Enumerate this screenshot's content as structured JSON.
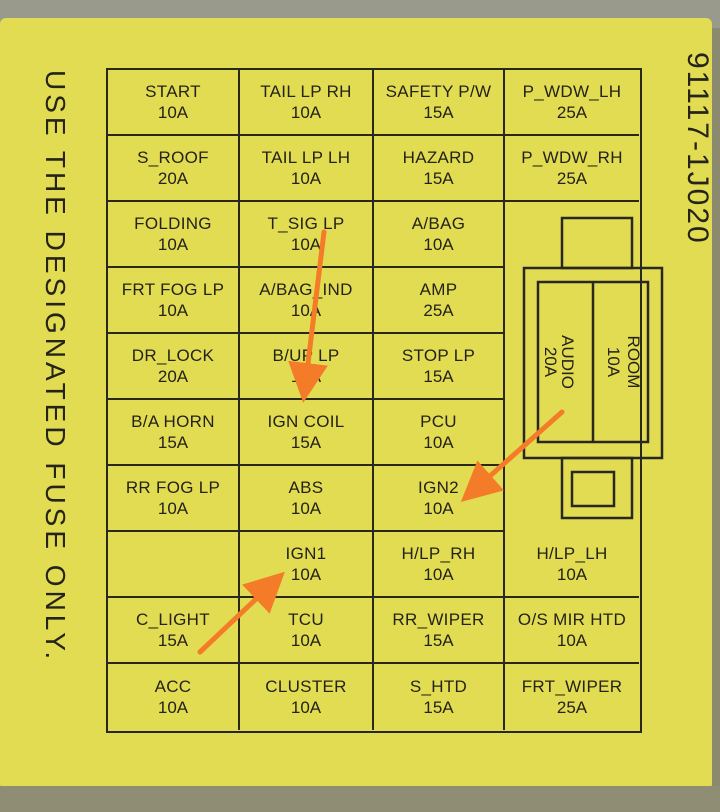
{
  "side_instruction": "USE THE DESIGNATED FUSE ONLY.",
  "part_number": "91117-1J020",
  "fuses": [
    {
      "name": "START",
      "amps": "10A"
    },
    {
      "name": "TAIL LP RH",
      "amps": "10A"
    },
    {
      "name": "SAFETY P/W",
      "amps": "15A"
    },
    {
      "name": "P_WDW_LH",
      "amps": "25A"
    },
    {
      "name": "S_ROOF",
      "amps": "20A"
    },
    {
      "name": "TAIL LP LH",
      "amps": "10A"
    },
    {
      "name": "HAZARD",
      "amps": "15A"
    },
    {
      "name": "P_WDW_RH",
      "amps": "25A"
    },
    {
      "name": "FOLDING",
      "amps": "10A"
    },
    {
      "name": "T_SIG LP",
      "amps": "10A"
    },
    {
      "name": "A/BAG",
      "amps": "10A"
    },
    {
      "name": "FRT FOG LP",
      "amps": "10A"
    },
    {
      "name": "A/BAG_IND",
      "amps": "10A"
    },
    {
      "name": "AMP",
      "amps": "25A"
    },
    {
      "name": "DR_LOCK",
      "amps": "20A"
    },
    {
      "name": "B/UP LP",
      "amps": "10A"
    },
    {
      "name": "STOP LP",
      "amps": "15A"
    },
    {
      "name": "B/A HORN",
      "amps": "15A"
    },
    {
      "name": "IGN COIL",
      "amps": "15A"
    },
    {
      "name": "PCU",
      "amps": "10A"
    },
    {
      "name": "RR FOG LP",
      "amps": "10A"
    },
    {
      "name": "ABS",
      "amps": "10A"
    },
    {
      "name": "IGN2",
      "amps": "10A"
    },
    {
      "name": "",
      "amps": ""
    },
    {
      "name": "IGN1",
      "amps": "10A"
    },
    {
      "name": "H/LP_RH",
      "amps": "10A"
    },
    {
      "name": "H/LP_LH",
      "amps": "10A"
    },
    {
      "name": "C_LIGHT",
      "amps": "15A"
    },
    {
      "name": "TCU",
      "amps": "10A"
    },
    {
      "name": "RR_WIPER",
      "amps": "15A"
    },
    {
      "name": "O/S MIR HTD",
      "amps": "10A"
    },
    {
      "name": "ACC",
      "amps": "10A"
    },
    {
      "name": "CLUSTER",
      "amps": "10A"
    },
    {
      "name": "S_HTD",
      "amps": "15A"
    },
    {
      "name": "FRT_WIPER",
      "amps": "25A"
    }
  ],
  "relay": {
    "left": {
      "name": "AUDIO",
      "amps": "20A"
    },
    "right": {
      "name": "ROOM",
      "amps": "10A"
    }
  },
  "colors": {
    "label": "#e2dc52",
    "ink": "#2a281e",
    "arrow": "#f47b28"
  }
}
